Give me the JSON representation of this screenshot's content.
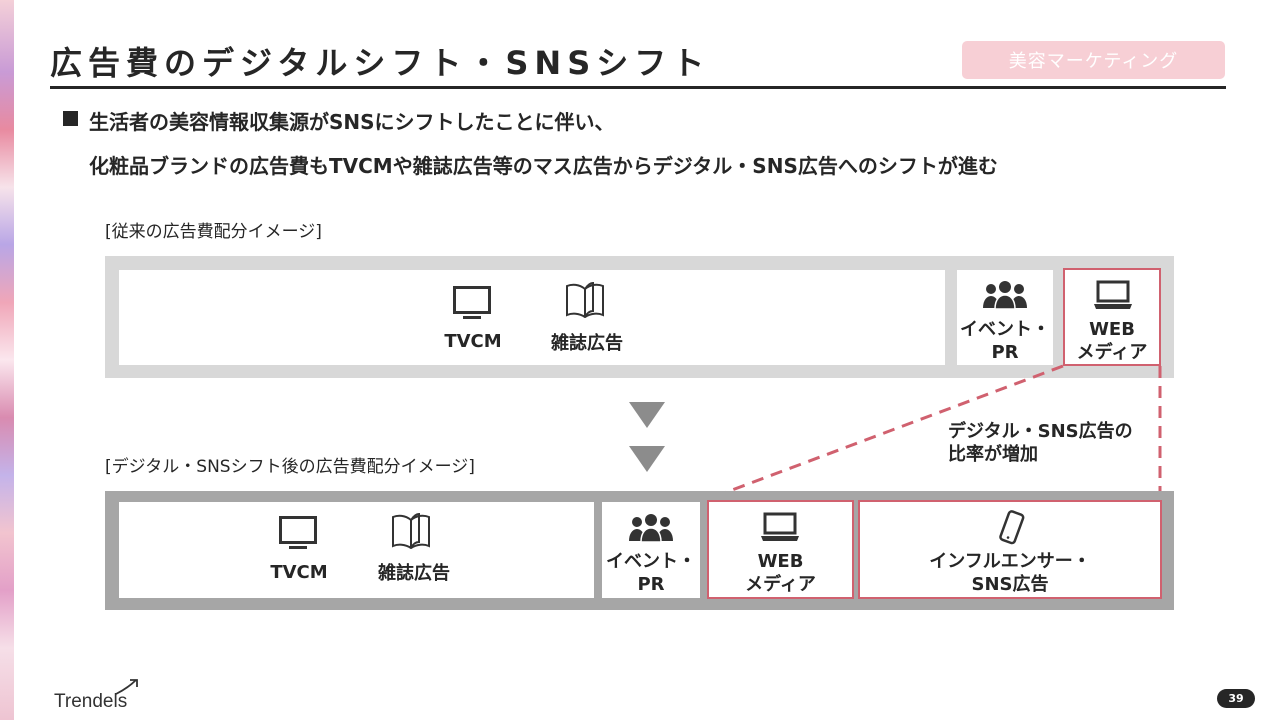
{
  "slide": {
    "title": "広告費のデジタルシフト・SNSシフト",
    "category_badge": "美容マーケティング",
    "bullet_line1": "生活者の美容情報収集源がSNSにシフトしたことに伴い、",
    "bullet_line2": "化粧品ブランドの広告費もTVCMや雑誌広告等のマス広告からデジタル・SNS広告へのシフトが進む",
    "page_number": "39",
    "logo_text": "Trendels"
  },
  "before": {
    "section_label": "[従来の広告費配分イメージ]",
    "tvcm": "TVCM",
    "magazine": "雑誌広告",
    "event_line1": "イベント・",
    "event_line2": "PR",
    "web_line1": "WEB",
    "web_line2": "メディア"
  },
  "after": {
    "section_label": "[デジタル・SNSシフト後の広告費配分イメージ]",
    "tvcm": "TVCM",
    "magazine": "雑誌広告",
    "event_line1": "イベント・",
    "event_line2": "PR",
    "web_line1": "WEB",
    "web_line2": "メディア",
    "influencer_line1": "インフルエンサー・",
    "influencer_line2": "SNS広告"
  },
  "annotation": {
    "line1": "デジタル・SNS広告の",
    "line2": "比率が増加"
  },
  "colors": {
    "accent": "#d0616f",
    "badge_bg": "#f7cfd5",
    "frame_before": "#d8d8d8",
    "frame_after": "#a6a6a6",
    "arrow": "#8c8c8c",
    "text": "#262626"
  }
}
